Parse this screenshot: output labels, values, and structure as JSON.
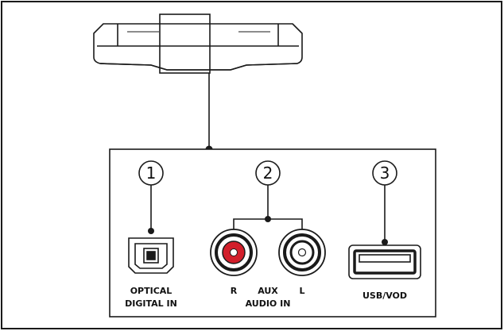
{
  "connectors": [
    {
      "number": "1",
      "line1": "OPTICAL",
      "line2": "DIGITAL IN",
      "icon": "optical-toslink-port"
    },
    {
      "number": "2",
      "left_label": "R",
      "center_label": "AUX",
      "right_label": "L",
      "line2": "AUDIO IN",
      "icon": "rca-jacks"
    },
    {
      "number": "3",
      "line1": "USB/VOD",
      "icon": "usb-port"
    }
  ],
  "colors": {
    "stroke": "#1a1a1a",
    "rca_right": "#d21f2b",
    "panel_fill": "#ffffff"
  }
}
